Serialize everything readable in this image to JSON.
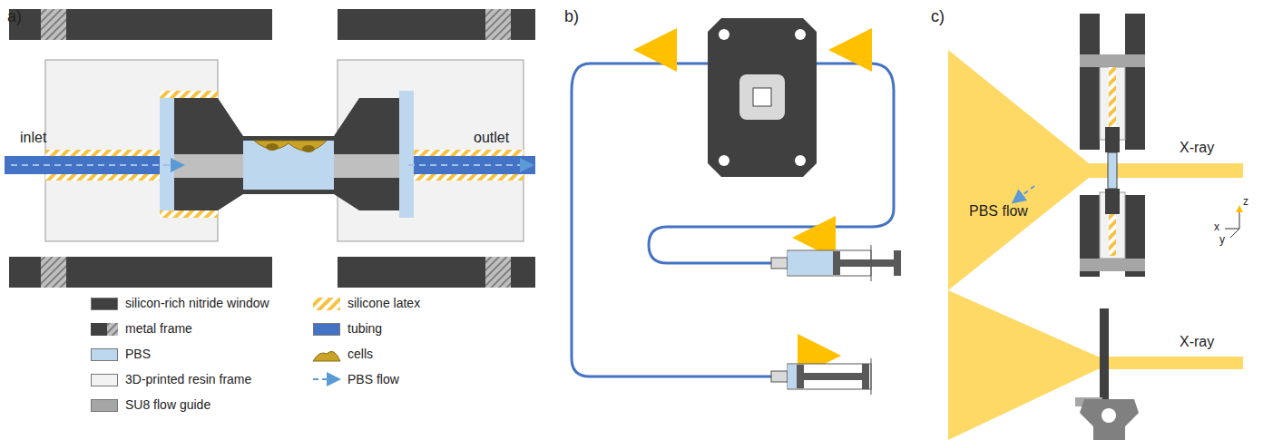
{
  "diagram": {
    "labels": [
      "a)",
      "b)",
      "c)",
      "inlet",
      "outlet",
      "PBS flow",
      "X-ray",
      "X-ray",
      "z",
      "x",
      "y"
    ],
    "legend": [
      {
        "text": "silicon-rich nitride window",
        "color": "#404040"
      },
      {
        "text": "metal frame"
      },
      {
        "text": "PBS",
        "color": "#bdd7ee"
      },
      {
        "text": "3D-printed resin frame",
        "color": "#f2f2f2"
      },
      {
        "text": "SU8 flow guide",
        "color": "#a6a6a6"
      },
      {
        "text": "silicone latex"
      },
      {
        "text": "tubing",
        "color": "#4472c4"
      },
      {
        "text": "cells"
      },
      {
        "text": "PBS flow"
      }
    ]
  }
}
